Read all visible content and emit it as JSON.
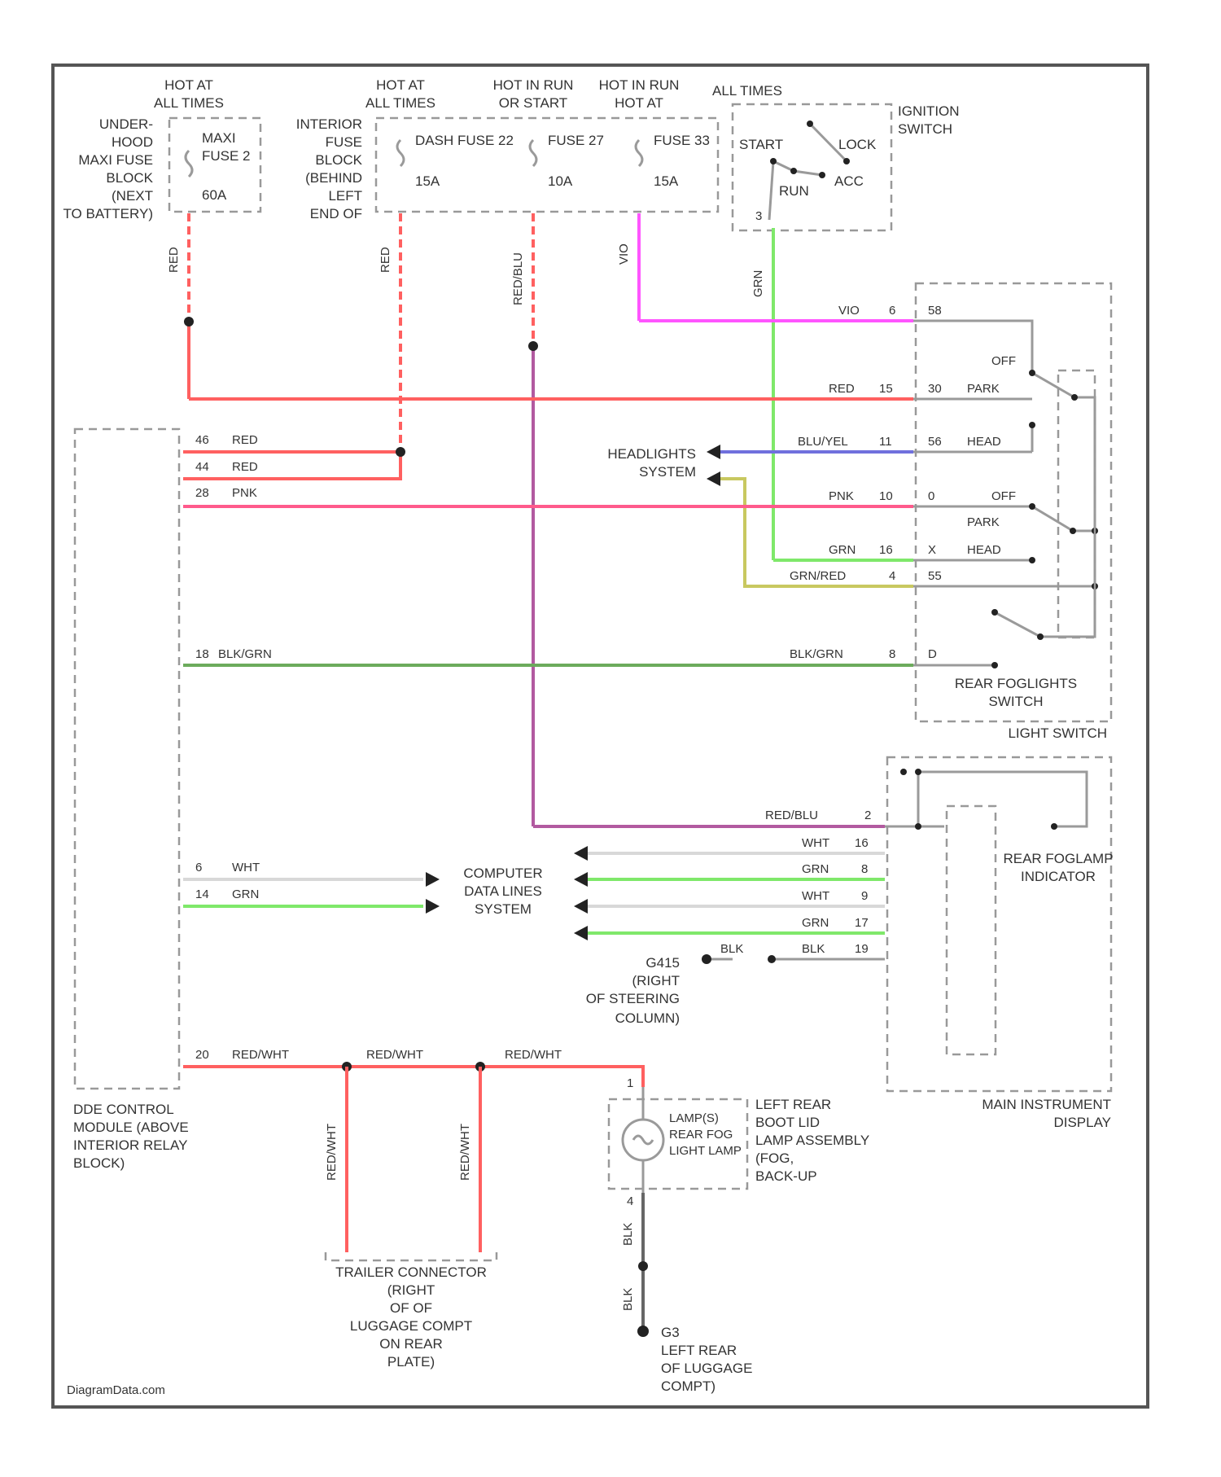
{
  "labels": {
    "hot_all_1": "HOT AT",
    "hot_all_1b": "ALL TIMES",
    "hot_all_2": "HOT AT",
    "hot_all_2b": "ALL TIMES",
    "hot_run_start": "HOT IN RUN",
    "hot_run_start_b": "OR START",
    "hot_run_or": "HOT IN RUN",
    "hot_run_or_b": "HOT AT",
    "all_times": "ALL TIMES",
    "underhood_1": "UNDER-",
    "underhood_2": "HOOD",
    "underhood_3": "MAXI FUSE",
    "underhood_4": "BLOCK",
    "underhood_5": "(NEXT",
    "underhood_6": "TO BATTERY)",
    "maxi_fuse": "MAXI",
    "maxi_fuse_b": "FUSE 2",
    "maxi_amps": "60A",
    "interior_1": "INTERIOR",
    "interior_2": "FUSE",
    "interior_3": "BLOCK",
    "interior_4": "(BEHIND",
    "interior_5": "LEFT",
    "interior_6": "END OF",
    "dash_fuse": "DASH FUSE 22",
    "fuse27": "FUSE 27",
    "fuse33": "FUSE 33",
    "amp15a": "15A",
    "amp10a": "10A",
    "amp15b": "15A",
    "ign_switch_1": "IGNITION",
    "ign_switch_2": "SWITCH",
    "start": "START",
    "lock": "LOCK",
    "run": "RUN",
    "acc": "ACC",
    "w_red_1": "RED",
    "w_red_2": "RED",
    "w_redblu": "RED/BLU",
    "w_vio": "VIO",
    "w_grn_v": "GRN",
    "w_vio_h": "VIO",
    "pin_vio": "6",
    "pin_58": "58",
    "off": "OFF",
    "w_red_h": "RED",
    "pin_red_h": "15",
    "pin_30": "30",
    "park": "PARK",
    "pin_56": "56",
    "head": "HEAD",
    "w_blu_yel": "BLU/YEL",
    "pin_blu_yel": "11",
    "headlights_1": "HEADLIGHTS",
    "headlights_2": "SYSTEM",
    "w_pnk": "PNK",
    "pin_pnk": "10",
    "pin_0": "0",
    "off2": "OFF",
    "park2": "PARK",
    "head2": "HEAD",
    "w_grn2": "GRN",
    "pin_grn2": "16",
    "pin_x": "X",
    "w_grnred": "GRN/RED",
    "pin_grnred": "4",
    "pin_55": "55",
    "w_blkgrn_l": "BLK/GRN",
    "pin_blkgrn_l": "18",
    "w_blkgrn_r": "BLK/GRN",
    "pin_blkgrn_r": "8",
    "pin_d": "D",
    "rear_fog_switch_1": "REAR FOGLIGHTS",
    "rear_fog_switch_2": "SWITCH",
    "light_switch": "LIGHT SWITCH",
    "dde_pin1": "46",
    "dde_w1": "RED",
    "dde_pin2": "44",
    "dde_w2": "RED",
    "dde_pin3": "28",
    "dde_w3": "PNK",
    "w_redblu_h": "RED/BLU",
    "pin_redblu": "2",
    "rear_fog_ind_1": "REAR FOGLAMP",
    "rear_fog_ind_2": "INDICATOR",
    "w_wht_1": "WHT",
    "pin_wht_1": "16",
    "w_grn_1": "GRN",
    "pin_grn_1": "8",
    "w_wht_2": "WHT",
    "pin_wht_2": "9",
    "w_grn_2": "GRN",
    "pin_grn_2": "17",
    "w_blk_1": "BLK",
    "w_blk_2": "BLK",
    "pin_blk": "19",
    "dde_pin_wht": "6",
    "dde_w_wht": "WHT",
    "dde_pin_grn": "14",
    "dde_w_grn": "GRN",
    "cdl_1": "COMPUTER",
    "cdl_2": "DATA LINES",
    "cdl_3": "SYSTEM",
    "g_1": "G415",
    "g_2": "(RIGHT",
    "g_3": "OF STEERING",
    "g_4": "COLUMN)",
    "dde_pin_redwht": "20",
    "w_redwht_1": "RED/WHT",
    "w_redwht_2": "RED/WHT",
    "w_redwht_3": "RED/WHT",
    "w_redwht_v1": "RED/WHT",
    "w_redwht_v2": "RED/WHT",
    "dde_1": "DDE CONTROL",
    "dde_2": "MODULE (ABOVE",
    "dde_3": "INTERIOR RELAY",
    "dde_4": "BLOCK)",
    "trailer_1": "TRAILER CONNECTOR",
    "trailer_2": "(RIGHT",
    "trailer_3": "OF OF",
    "trailer_4": "LUGGAGE COMPT",
    "trailer_5": "ON REAR",
    "trailer_6": "PLATE)",
    "lamp_1": "LAMP(S)",
    "lamp_2": "REAR FOG",
    "lamp_3": "LIGHT LAMP",
    "lamp_pin_top": "1",
    "lamp_pin_bot": "4",
    "left_rear_1": "LEFT REAR",
    "left_rear_2": "BOOT LID",
    "left_rear_3": "LAMP ASSEMBLY",
    "left_rear_4": "(FOG,",
    "left_rear_5": "BACK-UP",
    "w_blk_v1": "BLK",
    "w_blk_v2": "BLK",
    "g2_1": "G3",
    "g2_2": "LEFT REAR",
    "g2_3": "OF LUGGAGE",
    "g2_4": "COMPT)",
    "ignition_pin": "3",
    "mid_1": "MAIN INSTRUMENT",
    "mid_2": "DISPLAY",
    "watermark": "DiagramData.com"
  },
  "colors": {
    "red": "#ff6060",
    "pink": "#ff5a8c",
    "violet": "#ff55ff",
    "green": "#7fe86a",
    "dark_green": "#6cab5c",
    "blue": "#7070dd",
    "olive": "#c8c860",
    "purple": "#b25aa0",
    "white_wire": "#d8d8d8",
    "gray": "#9a9a9a"
  }
}
